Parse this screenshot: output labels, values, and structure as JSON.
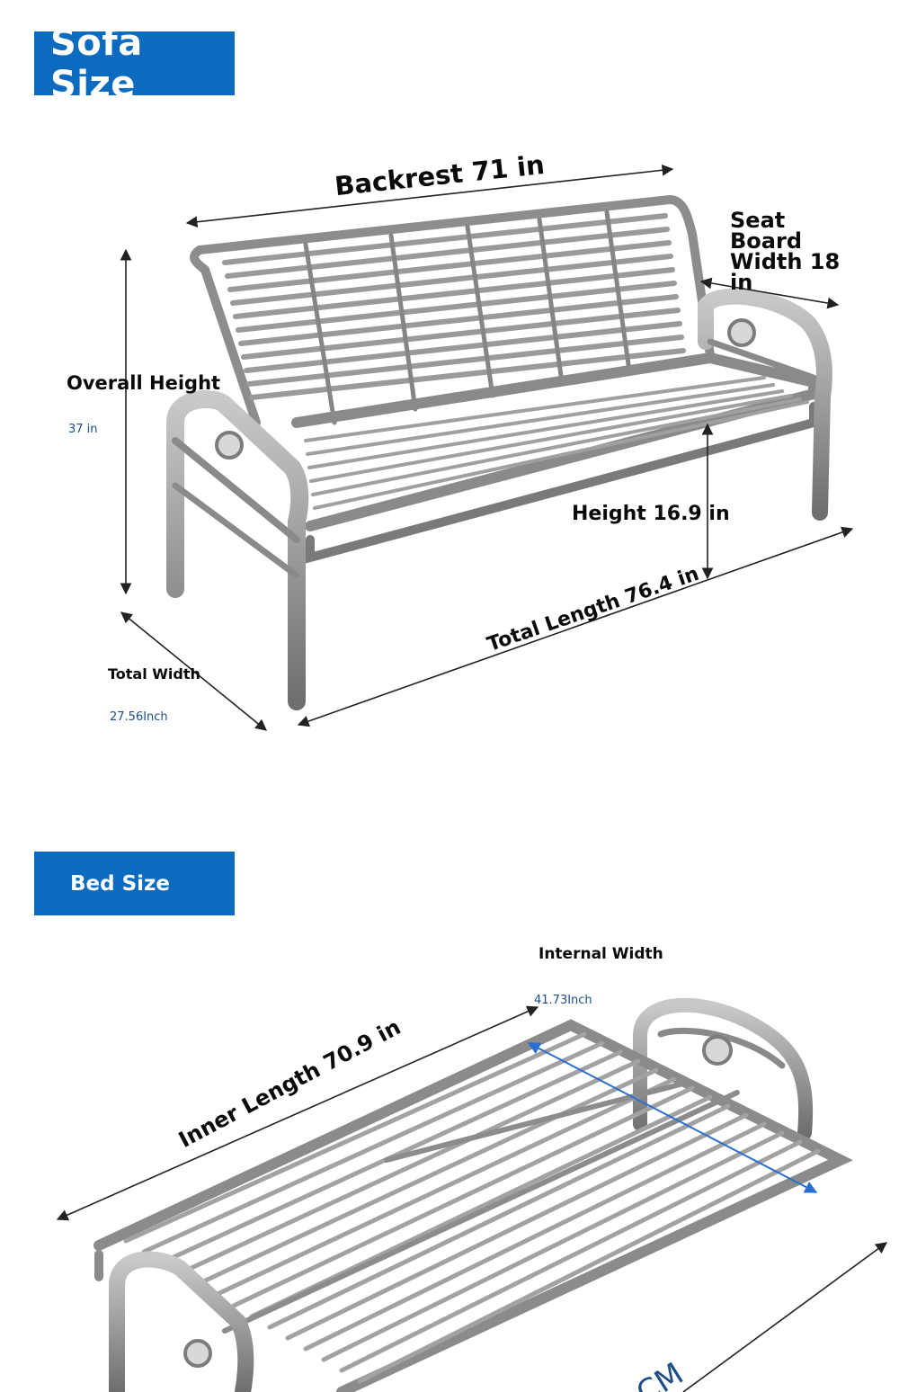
{
  "sofa": {
    "title": "Sofa Size",
    "backrest": "Backrest 71 in",
    "seat_board": [
      "Seat",
      "Board",
      "Width 18",
      "in"
    ],
    "overall_height_label": "Overall Height",
    "overall_height_value": "37 in",
    "seat_height": "Height 16.9 in",
    "total_length": "Total Length 76.4 in",
    "total_width_label": "Total Width",
    "total_width_value": "27.56Inch"
  },
  "bed": {
    "title": "Bed Size",
    "internal_width_label": "Internal Width",
    "internal_width_value": "41.73Inch",
    "inner_length": "Inner Length 70.9 in",
    "partial_label": "CM"
  },
  "colors": {
    "banner": "#0c6bbf",
    "value_text": "#1c4f86",
    "dimension_arrow": "#222222",
    "bed_width_arrow": "#2a6fd0",
    "steel": "#9a9a9a"
  }
}
